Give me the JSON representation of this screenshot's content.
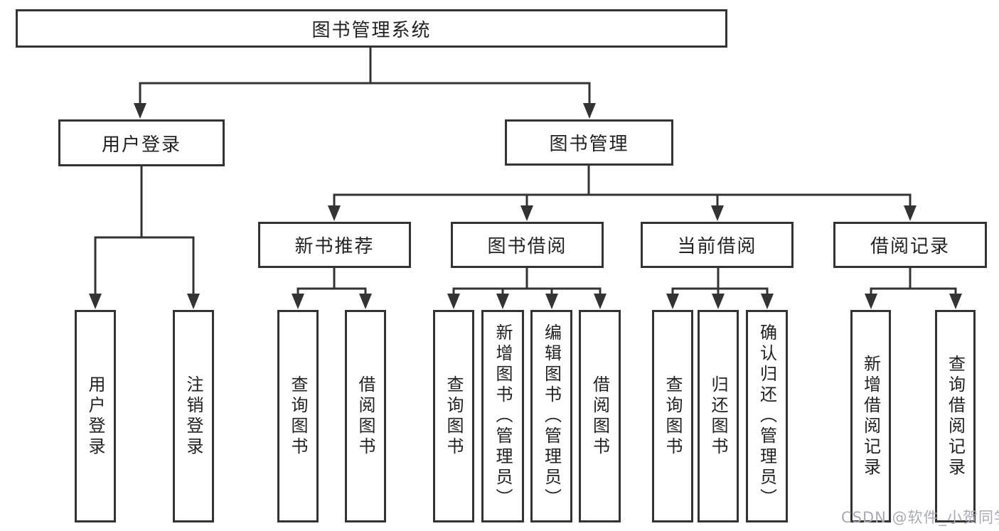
{
  "tree": {
    "label": "图书管理系统",
    "children": [
      {
        "label": "用户登录",
        "children": [
          {
            "label": "用户登录"
          },
          {
            "label": "注销登录"
          }
        ]
      },
      {
        "label": "图书管理",
        "children": [
          {
            "label": "新书推荐",
            "children": [
              {
                "label": "查询图书"
              },
              {
                "label": "借阅图书"
              }
            ]
          },
          {
            "label": "图书借阅",
            "children": [
              {
                "label": "查询图书"
              },
              {
                "label": "新增图书（管理员）"
              },
              {
                "label": "编辑图书（管理员）"
              },
              {
                "label": "借阅图书"
              }
            ]
          },
          {
            "label": "当前借阅",
            "children": [
              {
                "label": "查询图书"
              },
              {
                "label": "归还图书"
              },
              {
                "label": "确认归还（管理员）"
              }
            ]
          },
          {
            "label": "借阅记录",
            "children": [
              {
                "label": "新增借阅记录"
              },
              {
                "label": "查询借阅记录"
              }
            ]
          }
        ]
      }
    ]
  },
  "watermark": {
    "text": "CSDN @软件_小贺同学"
  },
  "colors": {
    "line": "#333333",
    "text": "#222222",
    "watermark": "#a8abb4",
    "background": "#ffffff"
  }
}
